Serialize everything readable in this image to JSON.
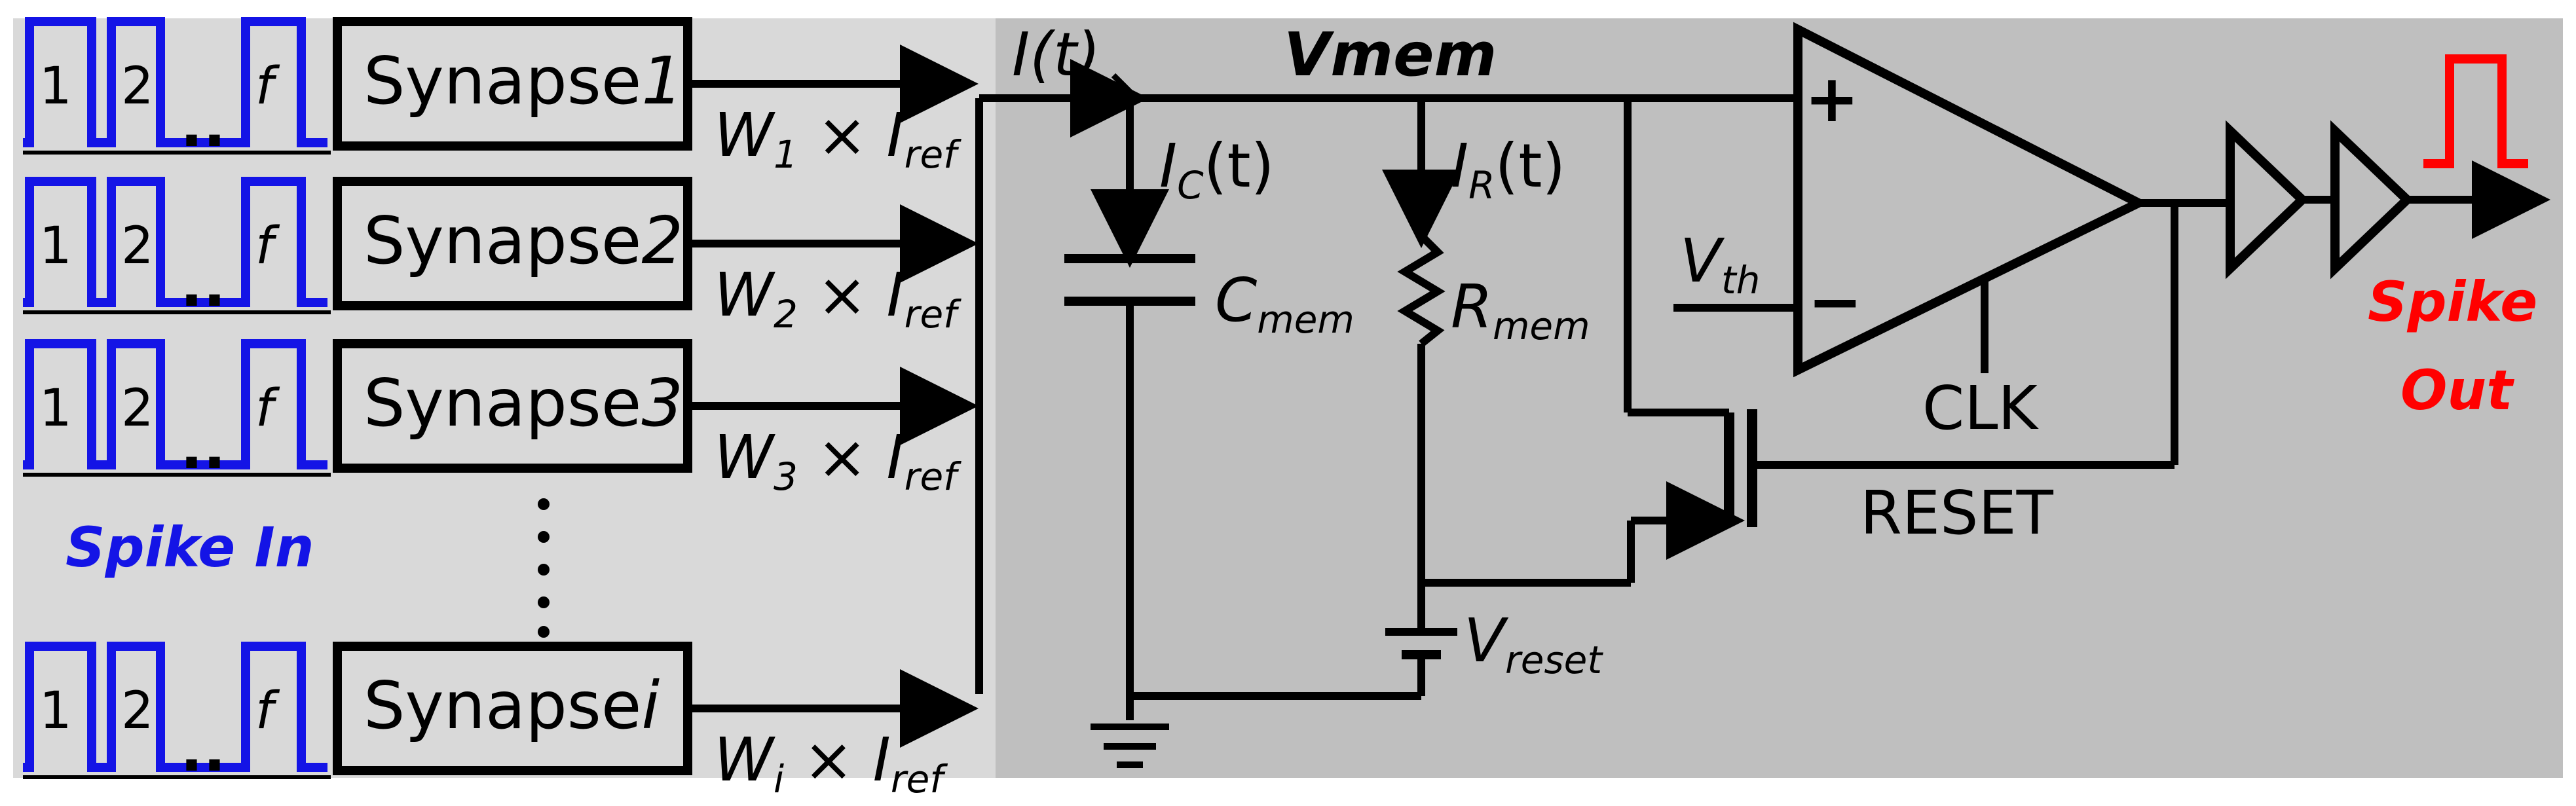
{
  "colors": {
    "input_panel": "#d9d9d9",
    "circuit_panel": "#bfbfbf",
    "wire": "#000000",
    "spike_in": "#1414e6",
    "spike_out": "#ff0000"
  },
  "inputs": {
    "spike_in_label": "Spike In",
    "pulse_labels": [
      "1",
      "2",
      "f"
    ],
    "dots": "..",
    "rows": [
      {
        "synapse_base": "Synapse",
        "synapse_index": "1",
        "weight_symbol": "W",
        "weight_index": "1",
        "times": "×",
        "ref_symbol": "I",
        "ref_sub": "ref"
      },
      {
        "synapse_base": "Synapse",
        "synapse_index": "2",
        "weight_symbol": "W",
        "weight_index": "2",
        "times": "×",
        "ref_symbol": "I",
        "ref_sub": "ref"
      },
      {
        "synapse_base": "Synapse",
        "synapse_index": "3",
        "weight_symbol": "W",
        "weight_index": "3",
        "times": "×",
        "ref_symbol": "I",
        "ref_sub": "ref"
      },
      {
        "synapse_base": "Synapse",
        "synapse_index": "i",
        "weight_symbol": "W",
        "weight_index": "i",
        "times": "×",
        "ref_symbol": "I",
        "ref_sub": "ref"
      }
    ]
  },
  "circuit": {
    "current_in": "I(t)",
    "vmem": "Vmem",
    "ic": {
      "symbol": "I",
      "sub": "C",
      "arg": "(t)"
    },
    "ir": {
      "symbol": "I",
      "sub": "R",
      "arg": "(t)"
    },
    "cmem": {
      "symbol": "C",
      "sub": "mem"
    },
    "rmem": {
      "symbol": "R",
      "sub": "mem"
    },
    "vreset": {
      "symbol": "V",
      "sub": "reset"
    },
    "vth": {
      "symbol": "V",
      "sub": "th"
    },
    "plus": "+",
    "minus": "−",
    "clk": "CLK",
    "reset": "RESET"
  },
  "output": {
    "line1": "Spike",
    "line2": "Out"
  }
}
